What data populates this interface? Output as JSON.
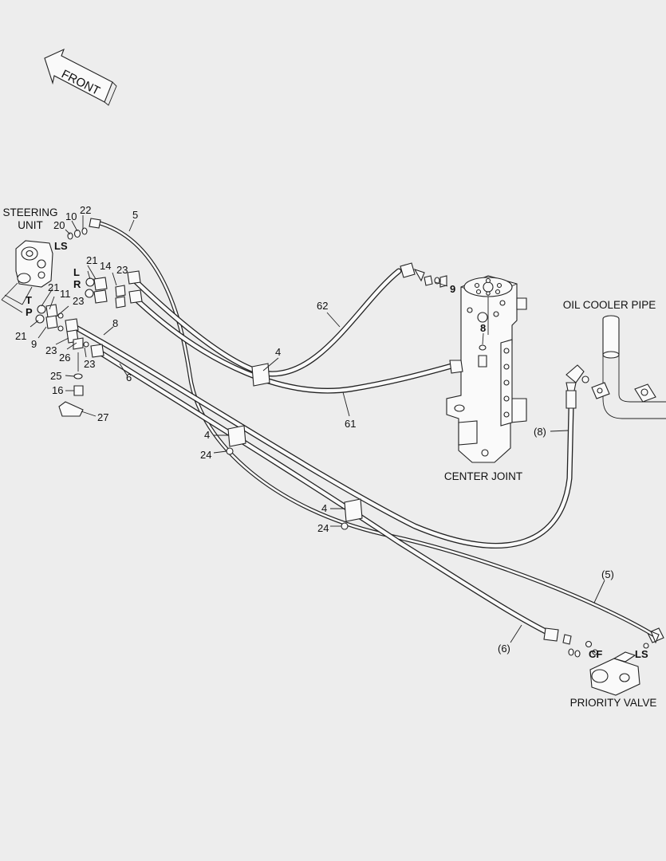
{
  "front_arrow": {
    "label": "FRONT"
  },
  "captions": {
    "steering_unit": [
      "STEERING",
      "UNIT"
    ],
    "center_joint": "CENTER JOINT",
    "oil_cooler_pipe": "OIL COOLER PIPE",
    "priority_valve": "PRIORITY VALVE"
  },
  "port_labels": {
    "steering_ls": "LS",
    "steering_l": "L",
    "steering_r": "R",
    "steering_t": "T",
    "steering_p": "P",
    "joint_9": "9",
    "joint_8": "8",
    "valve_cf": "CF",
    "valve_ls": "LS"
  },
  "callouts": {
    "c22": "22",
    "c10": "10",
    "c20": "20",
    "c5": "5",
    "c21a": "21",
    "c14": "14",
    "c23a": "23",
    "c21b": "21",
    "c11": "11",
    "c23b": "23",
    "c21c": "21",
    "c9": "9",
    "c8": "8",
    "c23c": "23",
    "c26": "26",
    "c23d": "23",
    "c25": "25",
    "c16": "16",
    "c27": "27",
    "c6": "6",
    "c62": "62",
    "c4a": "4",
    "c61": "61",
    "c4b": "4",
    "c24a": "24",
    "c4c": "4",
    "c24b": "24",
    "c8p": "(8)",
    "c5p": "(5)",
    "c6p": "(6)"
  },
  "colors": {
    "background": "#ededed",
    "line": "#222222",
    "fill": "#fafafa"
  }
}
